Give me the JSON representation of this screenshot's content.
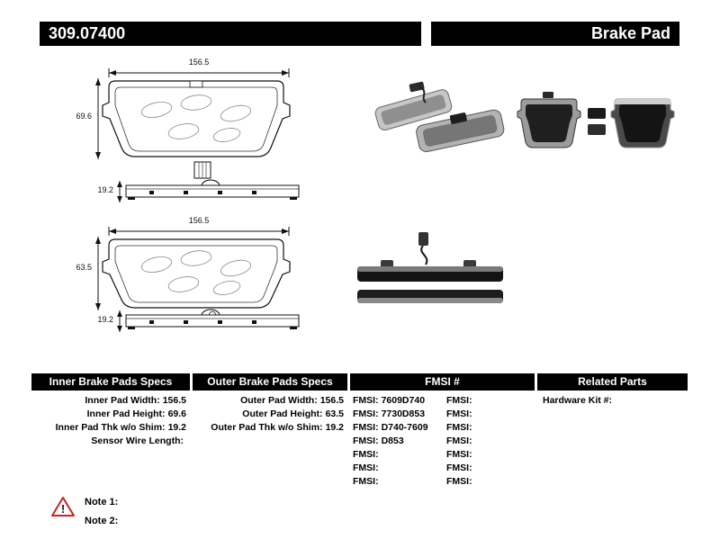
{
  "header": {
    "part_number": "309.07400",
    "product_name": "Brake Pad"
  },
  "diagrams": {
    "inner": {
      "width": "156.5",
      "height": "69.6",
      "thickness": "19.2"
    },
    "outer": {
      "width": "156.5",
      "height": "63.5",
      "thickness": "19.2"
    }
  },
  "specs": {
    "inner": {
      "header": "Inner Brake Pads Specs",
      "rows": [
        {
          "label": "Inner Pad Width:",
          "value": "156.5"
        },
        {
          "label": "Inner Pad Height:",
          "value": "69.6"
        },
        {
          "label": "Inner Pad Thk w/o Shim:",
          "value": "19.2"
        },
        {
          "label": "Sensor Wire Length:",
          "value": ""
        }
      ]
    },
    "outer": {
      "header": "Outer Brake Pads Specs",
      "rows": [
        {
          "label": "Outer Pad Width:",
          "value": "156.5"
        },
        {
          "label": "Outer Pad Height:",
          "value": "63.5"
        },
        {
          "label": "Outer Pad Thk w/o Shim:",
          "value": "19.2"
        }
      ]
    },
    "fmsi": {
      "header": "FMSI #",
      "col1": [
        {
          "label": "FMSI:",
          "value": "7609D740"
        },
        {
          "label": "FMSI:",
          "value": "7730D853"
        },
        {
          "label": "FMSI:",
          "value": "D740-7609"
        },
        {
          "label": "FMSI:",
          "value": "D853"
        },
        {
          "label": "FMSI:",
          "value": ""
        },
        {
          "label": "FMSI:",
          "value": ""
        },
        {
          "label": "FMSI:",
          "value": ""
        }
      ],
      "col2": [
        {
          "label": "FMSI:",
          "value": ""
        },
        {
          "label": "FMSI:",
          "value": ""
        },
        {
          "label": "FMSI:",
          "value": ""
        },
        {
          "label": "FMSI:",
          "value": ""
        },
        {
          "label": "FMSI:",
          "value": ""
        },
        {
          "label": "FMSI:",
          "value": ""
        },
        {
          "label": "FMSI:",
          "value": ""
        }
      ]
    },
    "related": {
      "header": "Related Parts",
      "rows": [
        {
          "label": "Hardware Kit #:",
          "value": ""
        }
      ]
    }
  },
  "notes": {
    "warning_glyph": "!",
    "items": [
      "Note 1:",
      "Note 2:"
    ]
  },
  "colors": {
    "bar": "#000000",
    "warning": "#cc2222"
  }
}
